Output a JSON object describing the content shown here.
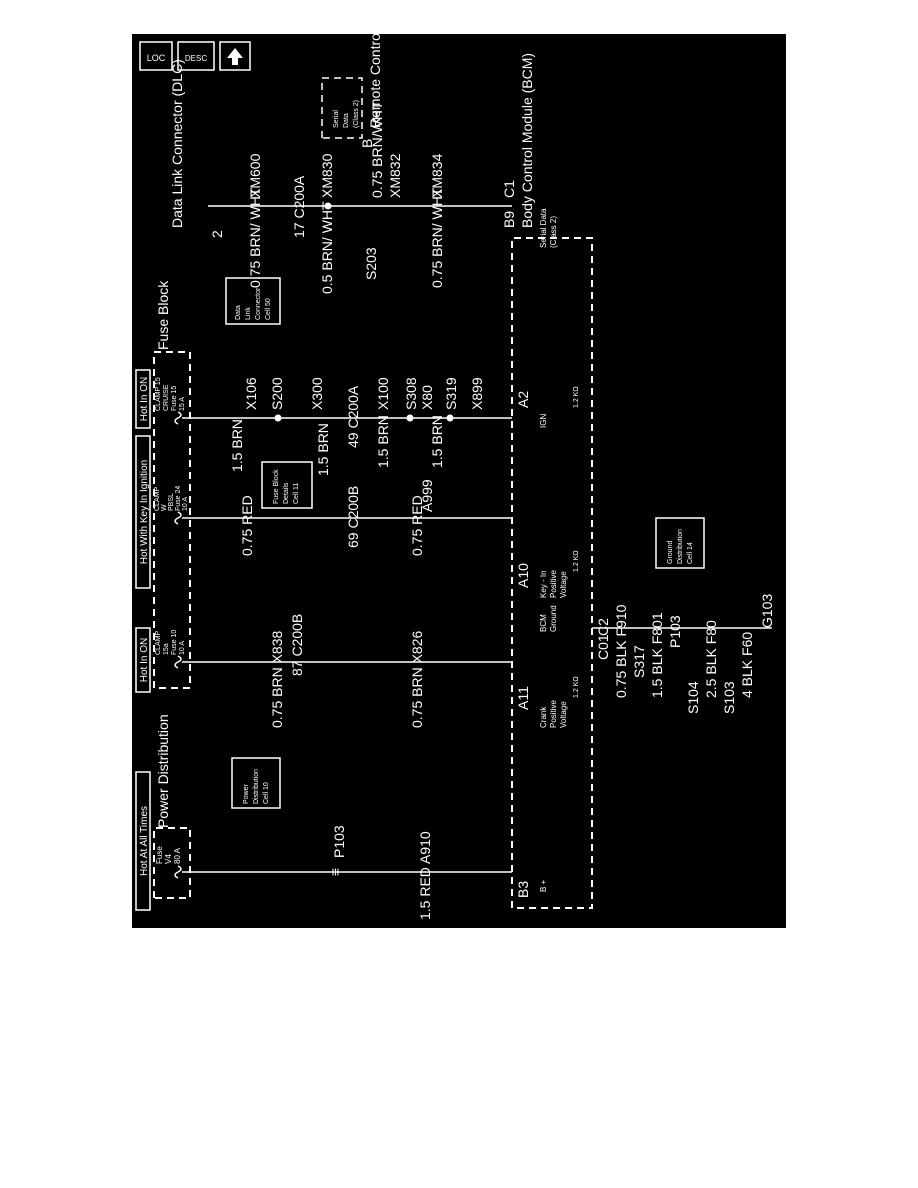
{
  "nav": {
    "loc": "LOC",
    "desc": "DESC",
    "up": "up"
  },
  "headers": {
    "hot_all_times": "Hot At All Times",
    "hot_in_on_left": "Hot In ON",
    "hot_with_key": "Hot With Key In Ignition",
    "hot_in_on_right": "Hot In ON"
  },
  "blocks": {
    "power_distribution": "Power Distribution",
    "fuse_block": "Fuse Block",
    "dlc": "Data Link Connector (DLC)",
    "remote_door_lock": "Remote Control Door Lock Receiver",
    "bcm": "Body Control Module (BCM)"
  },
  "fuses": {
    "v4": [
      "Fuse",
      "V4",
      "80 A"
    ],
    "f10": [
      "CLAMP",
      "15a",
      "Fuse 10",
      "10 A"
    ],
    "f24": [
      "CLAMP",
      "W",
      "PBSL",
      "Fuse 24",
      "10 A"
    ],
    "f15": [
      "CLAMP 15",
      "CRUISE",
      "Fuse 15",
      "15 A"
    ]
  },
  "refs": {
    "power_dist_cell": [
      "Power",
      "Distribution",
      "Cell 10"
    ],
    "fuse_block_cell": [
      "Fuse Block",
      "Details",
      "Cell 11"
    ],
    "dlc_cell": [
      "Data",
      "Link",
      "Connector",
      "Cell 50"
    ],
    "ground_cell": [
      "Ground",
      "Distribution",
      "Cell 14"
    ]
  },
  "wires": {
    "a910": "1.5 RED  A910",
    "x838": "0.75 BRN  X838",
    "x826": "0.75 BRN  X826",
    "red_upper": "0.75 RED",
    "red_lower": "0.75 RED",
    "a999": "A999",
    "brn_15a": "1.5 BRN",
    "x106": "X106",
    "x300": "X300",
    "brn_15b": "1.5 BRN",
    "x100": "X100",
    "brn_15c": "1.5 BRN",
    "x80": "X80",
    "brn_15d": "1.5 BRN",
    "x899": "X899",
    "brn_wht_600": "0.75 BRN/ WHT",
    "xm600": "XM600",
    "brn_wht_830": "0.5 BRN/ WHT",
    "xm830": "XM830",
    "brn_wht_832": "0.75 BRN/WHT",
    "xm832": "XM832",
    "brn_wht_834": "0.75 BRN/ WHT",
    "xm834": "XM834",
    "blk_f910": "0.75 BLK  F910",
    "blk_f801": "1.5 BLK  F801",
    "blk_f80": "2.5 BLK  F80",
    "blk_f60": "4 BLK  F60"
  },
  "connectors": {
    "p103a": "P103",
    "p103b": "P103",
    "c200b_a": "87 C200B",
    "c200b_b": "69 C200B",
    "c200a_a": "49 C200A",
    "c200a_b": "17 C200A",
    "a2_c200b": "A 2",
    "dlc_pin": "2",
    "s200": "S200",
    "s308": "S308",
    "s319": "S319",
    "s203": "S203",
    "s317": "S317",
    "s104": "S104",
    "s103": "S103",
    "g103": "G103",
    "b3": "B3",
    "a11": "A11",
    "a10": "A10",
    "a2": "A2",
    "b9": "B9",
    "c1": "C1",
    "c01": "C01",
    "c2": "C2",
    "rcdl_pin": "B"
  },
  "bcm_labels": {
    "b_plus": "B +",
    "crank": [
      "Crank",
      "Positive",
      "Voltage"
    ],
    "key_in": [
      "Key - In",
      "Positive",
      "Voltage"
    ],
    "bcm_ground": [
      "BCM",
      "Ground"
    ],
    "ign": "IGN",
    "serial_data": [
      "Serial Data",
      "(Class 2)"
    ],
    "rcdl_serial": [
      "Serial",
      "Data",
      "(Class 2)"
    ],
    "r1": "1.2 KΩ",
    "r2": "1.2 KΩ",
    "r3": "1.2 KΩ"
  }
}
